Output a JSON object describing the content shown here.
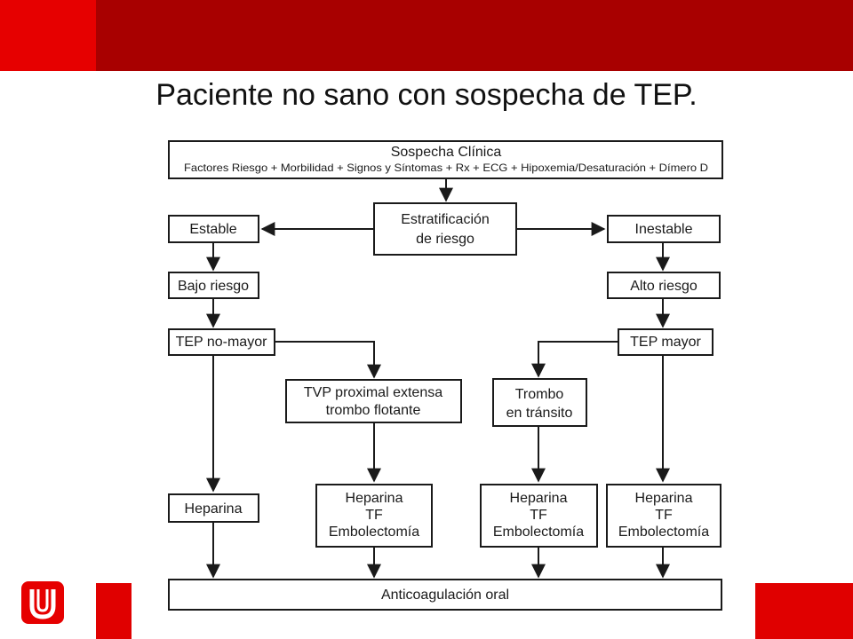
{
  "slide": {
    "title": "Paciente no sano con sospecha de TEP.",
    "brand_colors": {
      "primary_red": "#e60000",
      "dark_red": "#a80000",
      "logo_letter": "U"
    }
  },
  "flowchart": {
    "sospecha": {
      "line1": "Sospecha Clínica",
      "line2": "Factores Riesgo + Morbilidad + Signos y Síntomas + Rx + ECG + Hipoxemia/Desaturación + Dímero D"
    },
    "estratificacion": {
      "line1": "Estratificación",
      "line2": "de riesgo"
    },
    "estable": "Estable",
    "inestable": "Inestable",
    "bajo_riesgo": "Bajo riesgo",
    "alto_riesgo": "Alto riesgo",
    "tep_no_mayor": "TEP no-mayor",
    "tep_mayor": "TEP mayor",
    "tvp": {
      "line1": "TVP proximal extensa",
      "line2": "trombo flotante"
    },
    "trombo": {
      "line1": "Trombo",
      "line2": "en tránsito"
    },
    "heparina_simple": "Heparina",
    "treatment_a": {
      "line1": "Heparina",
      "line2": "TF",
      "line3": "Embolectomía"
    },
    "treatment_b": {
      "line1": "Heparina",
      "line2": "TF",
      "line3": "Embolectomía"
    },
    "treatment_c": {
      "line1": "Heparina",
      "line2": "TF",
      "line3": "Embolectomía"
    },
    "anticoagulacion": "Anticoagulación oral"
  }
}
